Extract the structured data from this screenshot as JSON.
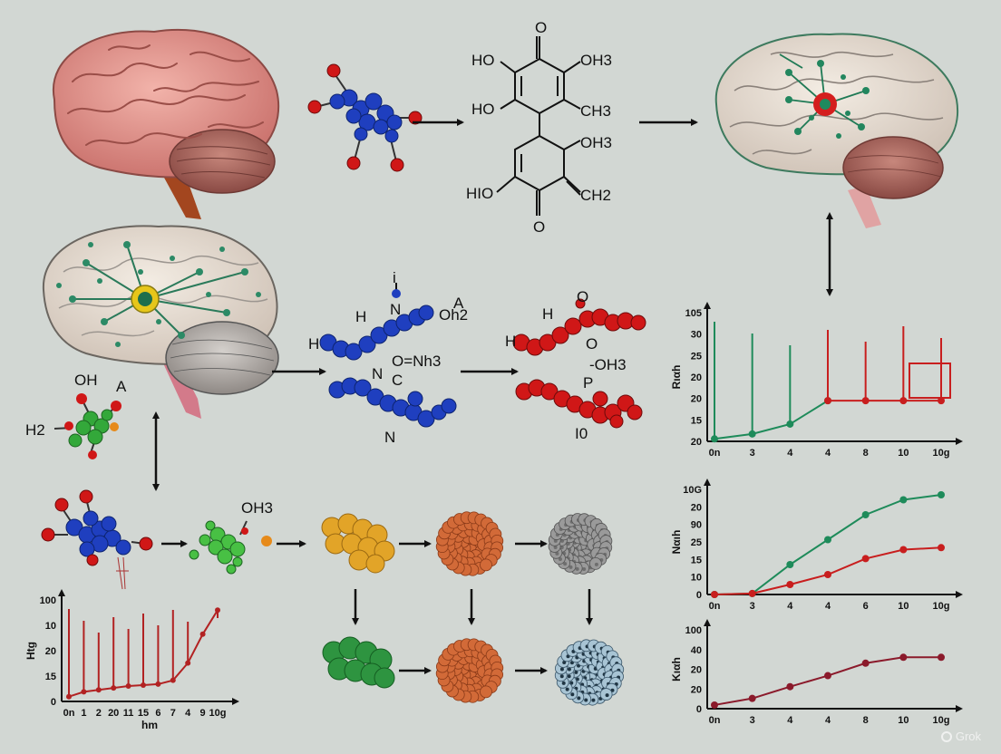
{
  "labels": {
    "center_struct": {
      "ho1": "HO",
      "oh3_top": "OH3",
      "ho2": "HO",
      "ch3": "CH3",
      "oh3_mid": "OH3",
      "hio": "HIO",
      "ch2": "CH2",
      "o_top": "O",
      "o_bottom": "O"
    },
    "blue_chain": {
      "i": "i",
      "h": "H",
      "n1": "N",
      "a": "A",
      "oh2": "Oh2",
      "h2": "H",
      "onh3": "O=Nh3",
      "n2": "N",
      "c": "C",
      "n3": "N"
    },
    "red_chain": {
      "h": "H",
      "h2": "H",
      "o1": "O",
      "o2": "O",
      "oh3": "-OH3",
      "p": "P",
      "io": "I0"
    },
    "left_mol": {
      "oh": "OH",
      "a": "A",
      "h2": "H2"
    },
    "row_mol": {
      "oh3": "OH3"
    }
  },
  "chart_data": [
    {
      "type": "line",
      "ylabel": "Rıαh",
      "y_ticks": [
        "105",
        "30",
        "25",
        "20",
        "20",
        "15",
        "20"
      ],
      "x_ticks": [
        "0n",
        "3",
        "4",
        "4",
        "8",
        "10",
        "10g"
      ],
      "series": [
        {
          "color": "#1e8b5a",
          "values": [
            2,
            6,
            14,
            33,
            null,
            null,
            null
          ]
        },
        {
          "color": "#c81e1e",
          "values": [
            null,
            null,
            null,
            33,
            33,
            33,
            33
          ]
        }
      ]
    },
    {
      "type": "line",
      "ylabel": "Nαıh",
      "y_ticks": [
        "10G",
        "20",
        "90",
        "25",
        "15",
        "10",
        "0"
      ],
      "x_ticks": [
        "0n",
        "3",
        "4",
        "4",
        "6",
        "10",
        "10g"
      ],
      "series": [
        {
          "color": "#1e8b5a",
          "values": [
            0,
            1,
            30,
            55,
            80,
            95,
            100
          ]
        },
        {
          "color": "#c81e1e",
          "values": [
            0,
            1,
            10,
            20,
            36,
            45,
            47
          ]
        }
      ]
    },
    {
      "type": "line",
      "ylabel": "Kıαh",
      "y_ticks": [
        "100",
        "40",
        "20",
        "20",
        "0"
      ],
      "x_ticks": [
        "0n",
        "3",
        "4",
        "4",
        "8",
        "10",
        "10g"
      ],
      "series": [
        {
          "color": "#8b1a2b",
          "values": [
            5,
            14,
            30,
            45,
            62,
            70,
            70
          ]
        }
      ]
    },
    {
      "type": "line",
      "ylabel": "Htg",
      "xlabel": "hm",
      "y_ticks": [
        "100",
        "10",
        "20",
        "15",
        "0"
      ],
      "x_ticks": [
        "0n",
        "1",
        "2",
        "20",
        "11",
        "15",
        "6",
        "7",
        "4",
        "9",
        "10g"
      ],
      "series": [
        {
          "color": "#b22222",
          "values": [
            5,
            10,
            12,
            14,
            16,
            17,
            18,
            22,
            40,
            70,
            95
          ]
        }
      ]
    }
  ],
  "watermark": "Grok"
}
